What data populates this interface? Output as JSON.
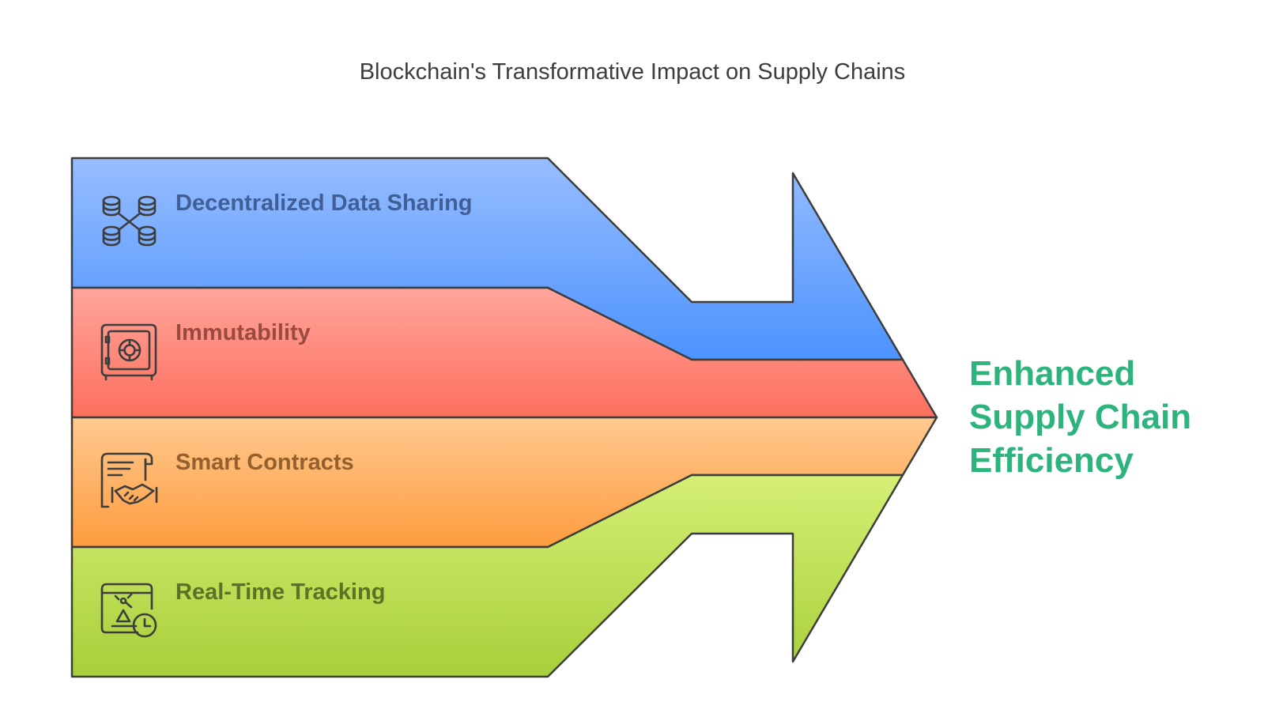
{
  "title": "Blockchain's Transformative Impact on Supply Chains",
  "bands": [
    {
      "label": "Decentralized Data Sharing",
      "icon": "database-network-icon",
      "color_top": "#97bdff",
      "color_bottom": "#4c93fd",
      "label_color": "#3f5f96"
    },
    {
      "label": "Immutability",
      "icon": "safe-vault-icon",
      "color_top": "#ffa59b",
      "color_bottom": "#fd6f5d",
      "label_color": "#9b4a40"
    },
    {
      "label": "Smart Contracts",
      "icon": "contract-handshake-icon",
      "color_top": "#ffc98f",
      "color_bottom": "#fd9c3e",
      "label_color": "#93602e"
    },
    {
      "label": "Real-Time Tracking",
      "icon": "tracking-clock-icon",
      "color_top": "#d5ef75",
      "color_bottom": "#a7cf3a",
      "label_color": "#5d7227"
    }
  ],
  "outcome": {
    "lines": [
      "Enhanced",
      "Supply Chain",
      "Efficiency"
    ],
    "color": "#2db47d"
  },
  "outline_color": "#3d3d3d"
}
